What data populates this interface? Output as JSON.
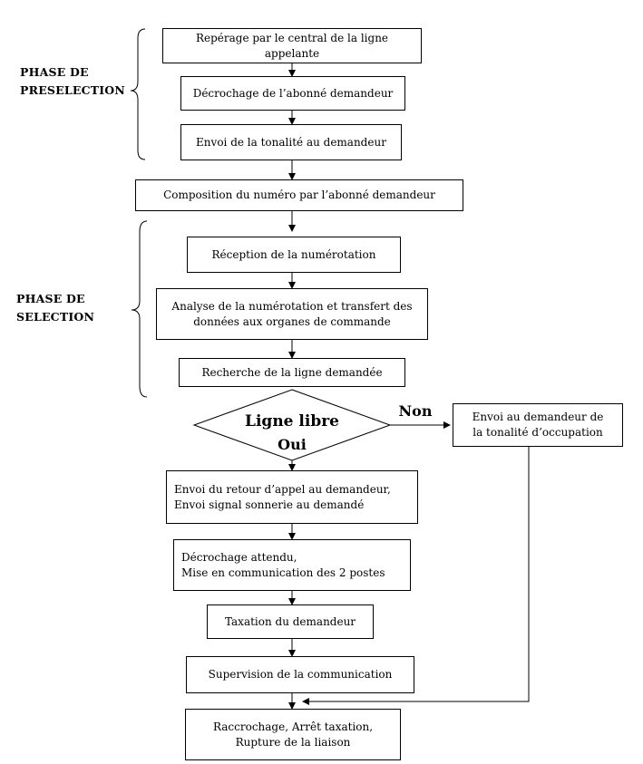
{
  "phases": {
    "preselection": [
      "PHASE DE",
      "PRESELECTION"
    ],
    "selection": [
      "PHASE DE",
      "SELECTION"
    ]
  },
  "steps": {
    "reperage": [
      "Repérage par le central de la ligne appelante"
    ],
    "decrochage_abonne": [
      "Décrochage de l’abonné demandeur"
    ],
    "envoi_tonalite": [
      "Envoi de la tonalité au demandeur"
    ],
    "composition": [
      "Composition du numéro par l’abonné demandeur"
    ],
    "reception": [
      "Réception de la numérotation"
    ],
    "analyse": [
      "Analyse de la numérotation et transfert des",
      "données aux organes de commande"
    ],
    "recherche": [
      "Recherche de la ligne demandée"
    ],
    "occupation": [
      "Envoi au demandeur de",
      "la tonalité d’occupation"
    ],
    "retour_appel": [
      "Envoi du retour d’appel au demandeur,",
      "Envoi signal sonnerie au demandé"
    ],
    "decrochage_attendu": [
      "Décrochage attendu,",
      "Mise en communication des 2 postes"
    ],
    "taxation": [
      "Taxation du demandeur"
    ],
    "supervision": [
      "Supervision de la communication"
    ],
    "raccrochage": [
      "Raccrochage, Arrêt taxation,",
      "Rupture de la liaison"
    ]
  },
  "decision": {
    "question": "Ligne libre",
    "yes": "Oui",
    "no": "Non"
  }
}
